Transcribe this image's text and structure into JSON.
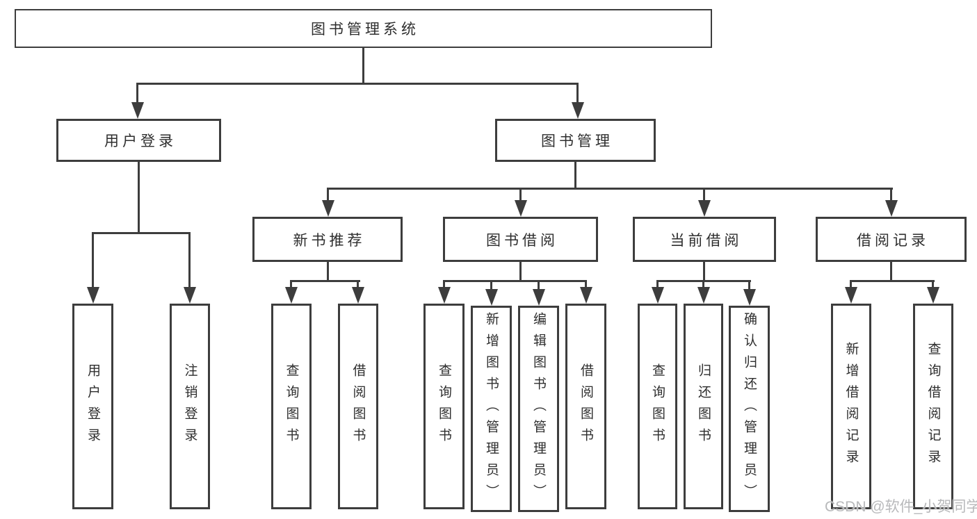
{
  "diagram_type": "hierarchy-tree",
  "nodes": {
    "root": {
      "label": "图书管理系统"
    },
    "user_login": {
      "label": "用户登录"
    },
    "book_mgmt": {
      "label": "图书管理"
    },
    "new_book_rec": {
      "label": "新书推荐"
    },
    "book_borrow": {
      "label": "图书借阅"
    },
    "current_borrow": {
      "label": "当前借阅"
    },
    "borrow_records": {
      "label": "借阅记录"
    },
    "leaf_user_login": {
      "label": "用户登录"
    },
    "leaf_logout": {
      "label": "注销登录"
    },
    "leaf_query_book_1": {
      "label": "查询图书"
    },
    "leaf_borrow_book_1": {
      "label": "借阅图书"
    },
    "leaf_query_book_2": {
      "label": "查询图书"
    },
    "leaf_add_book": {
      "label": "新增图书（管理员）"
    },
    "leaf_edit_book": {
      "label": "编辑图书（管理员）"
    },
    "leaf_borrow_book_2": {
      "label": "借阅图书"
    },
    "leaf_query_book_3": {
      "label": "查询图书"
    },
    "leaf_return_book": {
      "label": "归还图书"
    },
    "leaf_confirm_return": {
      "label": "确认归还（管理员）"
    },
    "leaf_add_borrow_record": {
      "label": "新增借阅记录"
    },
    "leaf_query_borrow_record": {
      "label": "查询借阅记录"
    }
  },
  "edges": [
    [
      "root",
      "user_login"
    ],
    [
      "root",
      "book_mgmt"
    ],
    [
      "user_login",
      "leaf_user_login"
    ],
    [
      "user_login",
      "leaf_logout"
    ],
    [
      "book_mgmt",
      "new_book_rec"
    ],
    [
      "book_mgmt",
      "book_borrow"
    ],
    [
      "book_mgmt",
      "current_borrow"
    ],
    [
      "book_mgmt",
      "borrow_records"
    ],
    [
      "new_book_rec",
      "leaf_query_book_1"
    ],
    [
      "new_book_rec",
      "leaf_borrow_book_1"
    ],
    [
      "book_borrow",
      "leaf_query_book_2"
    ],
    [
      "book_borrow",
      "leaf_add_book"
    ],
    [
      "book_borrow",
      "leaf_edit_book"
    ],
    [
      "book_borrow",
      "leaf_borrow_book_2"
    ],
    [
      "current_borrow",
      "leaf_query_book_3"
    ],
    [
      "current_borrow",
      "leaf_return_book"
    ],
    [
      "current_borrow",
      "leaf_confirm_return"
    ],
    [
      "borrow_records",
      "leaf_add_borrow_record"
    ],
    [
      "borrow_records",
      "leaf_query_borrow_record"
    ]
  ],
  "watermark": {
    "text": "CSDN @软件_小贺同学"
  },
  "colors": {
    "line": "#3d3d3d",
    "text": "#2e2e2e",
    "watermark": "#b8b9bb",
    "background": "#ffffff"
  }
}
